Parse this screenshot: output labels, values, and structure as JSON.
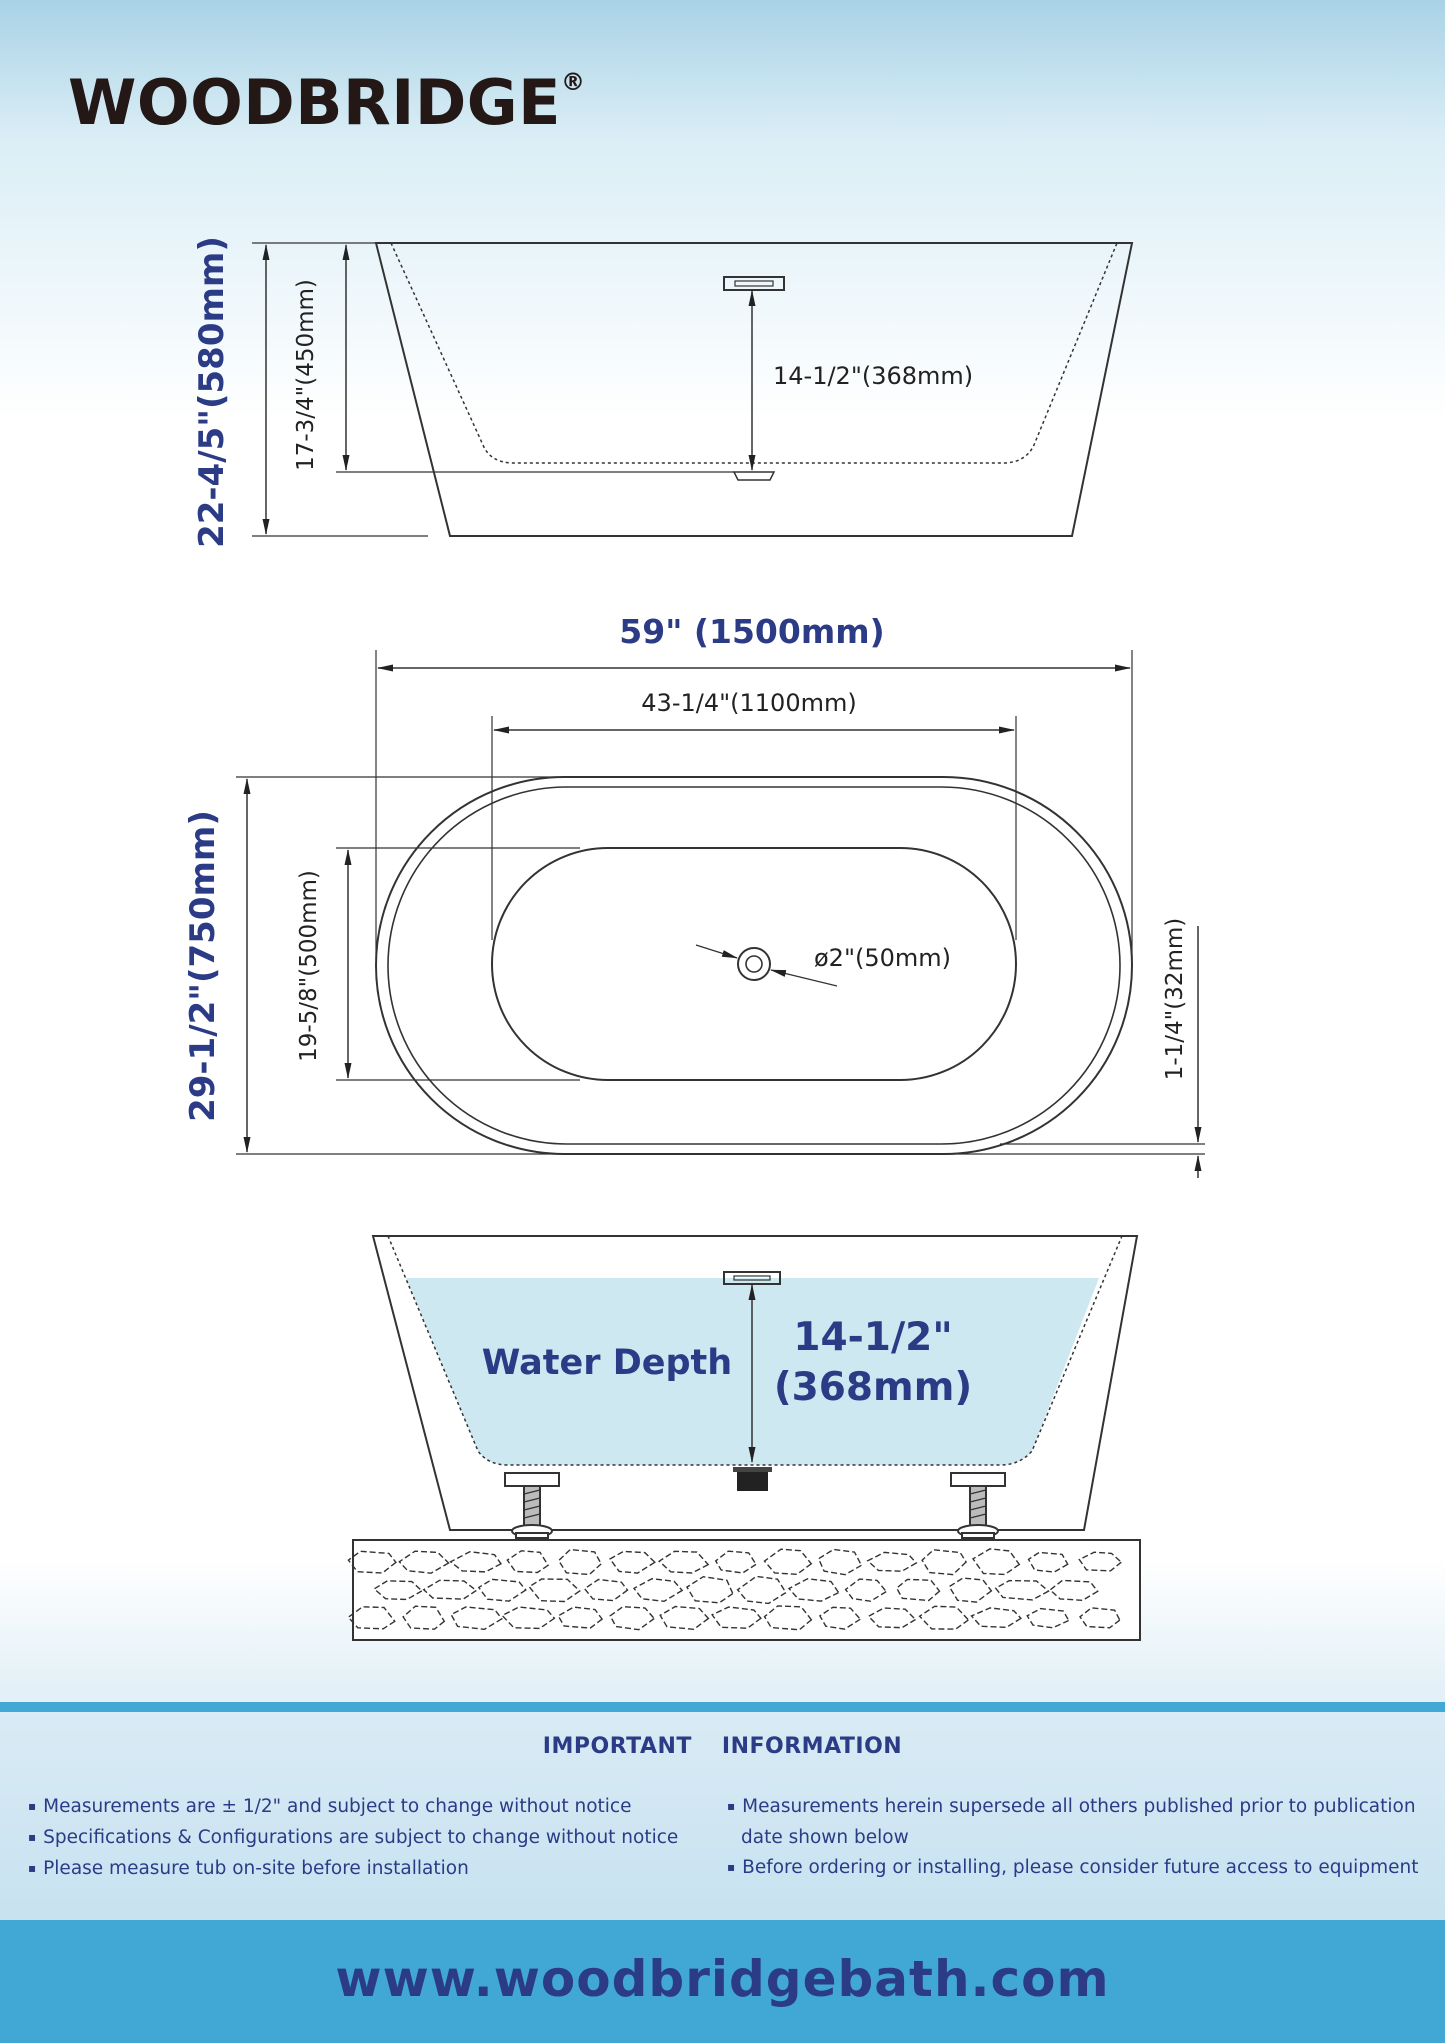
{
  "brand": {
    "name": "WOODBRIDGE",
    "registered": "®"
  },
  "side_view": {
    "total_height": "22-4/5\"(580mm)",
    "interior_depth": "17-3/4\"(450mm)",
    "overflow_to_drain": "14-1/2\"(368mm)"
  },
  "top_view": {
    "overall_length": "59\" (1500mm)",
    "interior_length": "43-1/4\"(1100mm)",
    "overall_width": "29-1/2\"(750mm)",
    "interior_width": "19-5/8\"(500mm)",
    "drain_diameter": "ø2\"(50mm)",
    "rim_thickness": "1-1/4\"(32mm)"
  },
  "water_view": {
    "label": "Water Depth",
    "depth_in": "14-1/2\"",
    "depth_mm": "(368mm)",
    "water_color": "#cde8f1"
  },
  "info": {
    "heading_1": "IMPORTANT",
    "heading_2": "INFORMATION",
    "left_items": [
      "Measurements are ± 1/2\" and subject to change without notice",
      "Specifications & Configurations are subject to change without notice",
      "Please measure tub on-site before installation"
    ],
    "right_items": [
      "Measurements herein supersede all others published prior to publication date shown below",
      "Before ordering or installing, please consider future access to equipment"
    ]
  },
  "footer": {
    "url": "www.woodbridgebath.com"
  },
  "colors": {
    "navy": "#2b3b86",
    "accent_blue": "#42a9d6",
    "line": "#333333"
  }
}
